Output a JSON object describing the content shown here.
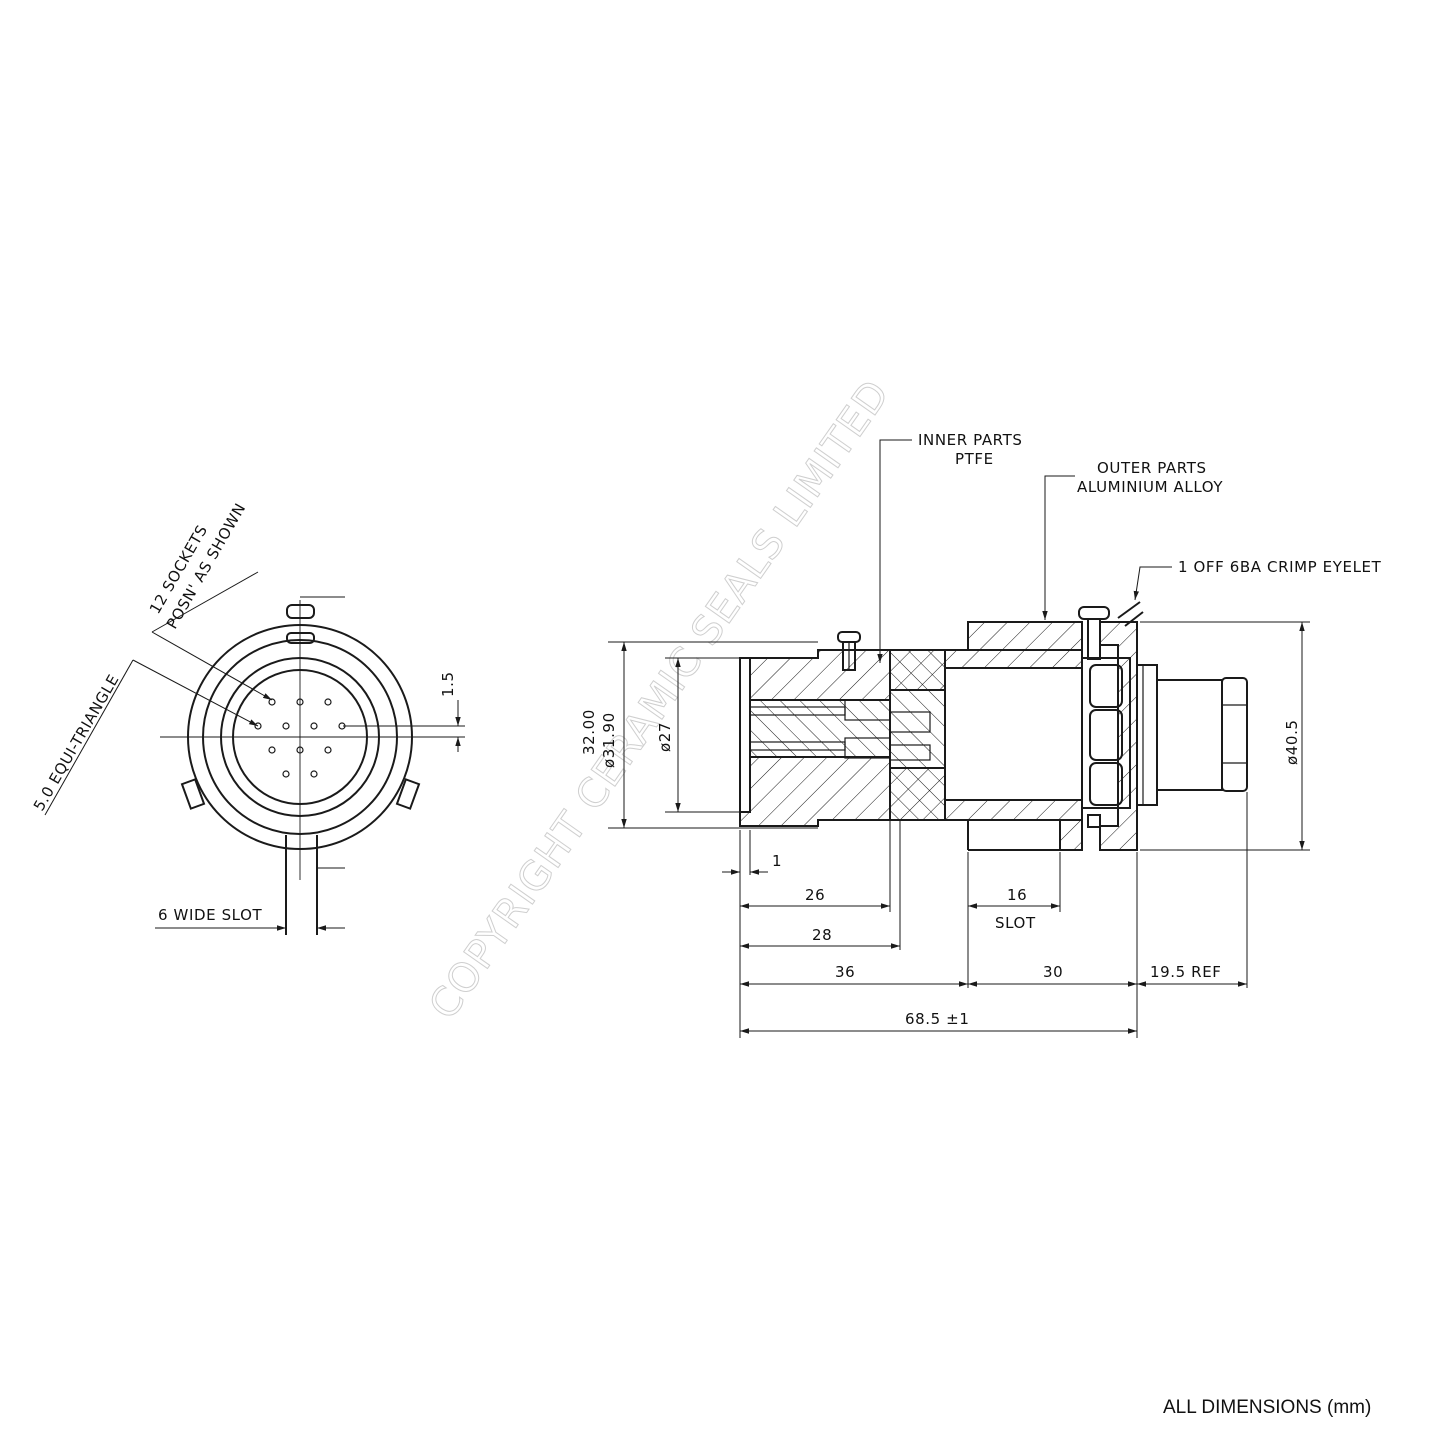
{
  "labels": {
    "inner_parts_line1": "INNER PARTS",
    "inner_parts_line2": "PTFE",
    "outer_parts_line1": "OUTER PARTS",
    "outer_parts_line2": "ALUMINIUM ALLOY",
    "crimp_eyelet": "1 OFF 6BA CRIMP EYELET",
    "sockets_line1": "12 SOCKETS",
    "sockets_line2": "POSN' AS SHOWN",
    "equi_triangle": "5.0 EQUI-TRIANGLE",
    "wide_slot": "6 WIDE SLOT"
  },
  "dimensions": {
    "d_1_5": "1.5",
    "d_32": "32.00",
    "d_31_90": "ø31.90",
    "d_27": "ø27",
    "d_40_5": "ø40.5",
    "d_1": "1",
    "d_26": "26",
    "d_28": "28",
    "d_36": "36",
    "d_16": "16",
    "slot": "SLOT",
    "d_30": "30",
    "d_19_5": "19.5 REF",
    "d_68_5": "68.5 ±1"
  },
  "watermark": "COPYRIGHT CERAMIC SEALS LIMITED",
  "footer": "ALL DIMENSIONS (mm)"
}
